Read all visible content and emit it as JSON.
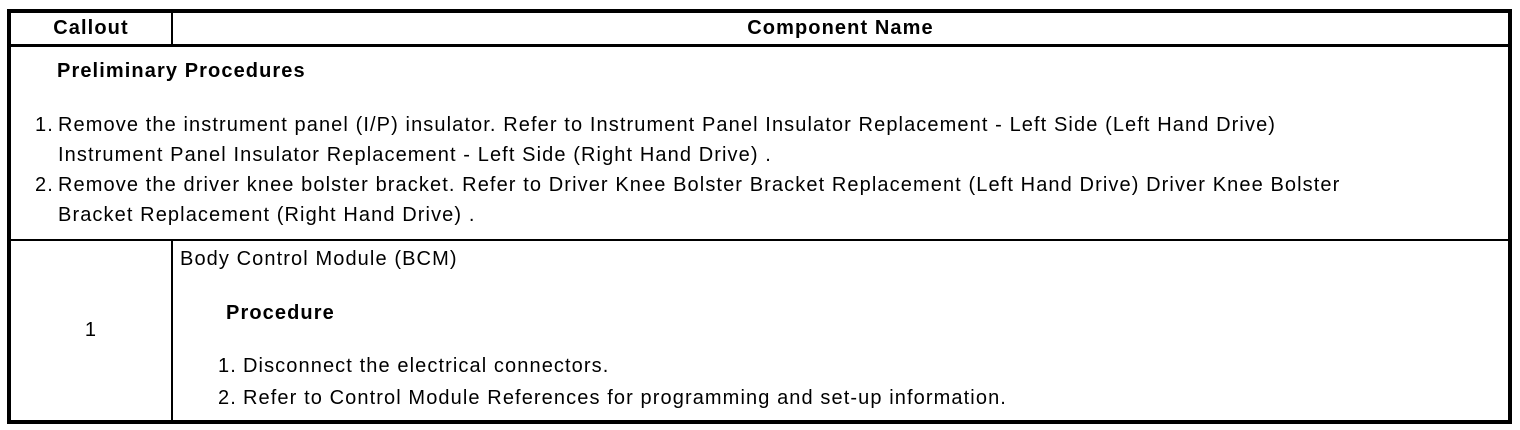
{
  "table": {
    "header": {
      "callout_label": "Callout",
      "component_label": "Component Name"
    },
    "preliminary": {
      "title": "Preliminary Procedures",
      "steps": [
        {
          "num": "1.",
          "text": "Remove the instrument panel (I/P) insulator. Refer to Instrument Panel Insulator Replacement - Left Side (Left Hand Drive)\nInstrument Panel Insulator Replacement - Left Side (Right Hand Drive) ."
        },
        {
          "num": "2.",
          "text": "Remove the driver knee bolster bracket. Refer to Driver Knee Bolster Bracket Replacement (Left Hand Drive) Driver Knee Bolster\nBracket Replacement (Right Hand Drive) ."
        }
      ]
    },
    "rows": [
      {
        "callout": "1",
        "component_name": "Body Control Module (BCM)",
        "procedure_title": "Procedure",
        "steps": [
          {
            "num": "1.",
            "text": "Disconnect the electrical connectors."
          },
          {
            "num": "2.",
            "text": "Refer to Control Module References for programming and set-up information."
          }
        ]
      }
    ]
  },
  "colors": {
    "border": "#000000",
    "text": "#000000",
    "background": "#ffffff"
  }
}
